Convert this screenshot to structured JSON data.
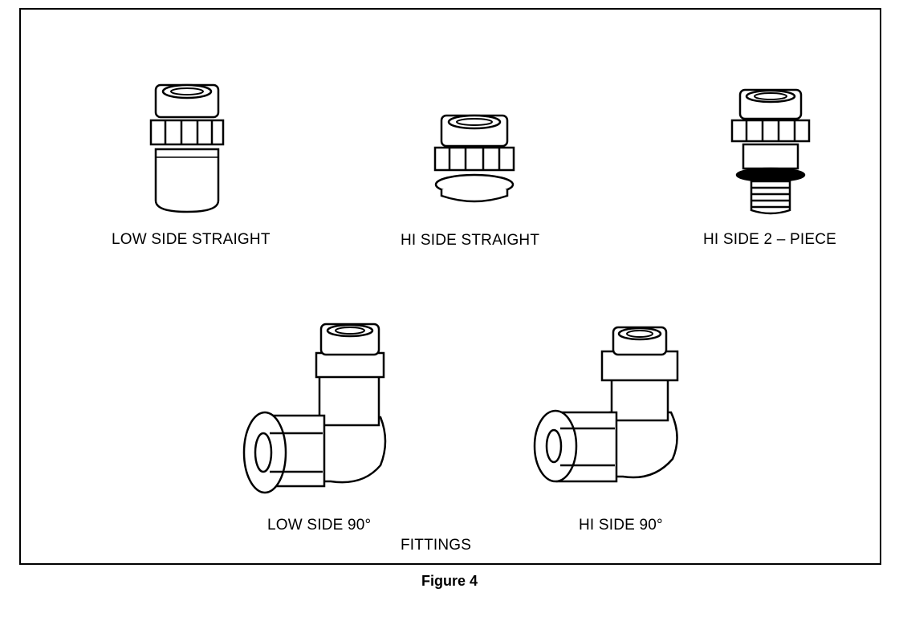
{
  "fittings": [
    {
      "label": "LOW SIDE STRAIGHT",
      "icon": "low-side-straight-fitting-icon"
    },
    {
      "label": "HI SIDE STRAIGHT",
      "icon": "hi-side-straight-fitting-icon"
    },
    {
      "label": "HI SIDE 2 – PIECE",
      "icon": "hi-side-2-piece-fitting-icon"
    },
    {
      "label": "LOW SIDE 90°",
      "icon": "low-side-90-fitting-icon"
    },
    {
      "label": "HI SIDE 90°",
      "icon": "hi-side-90-fitting-icon"
    }
  ],
  "panel_title": "FITTINGS",
  "figure_caption": "Figure 4"
}
